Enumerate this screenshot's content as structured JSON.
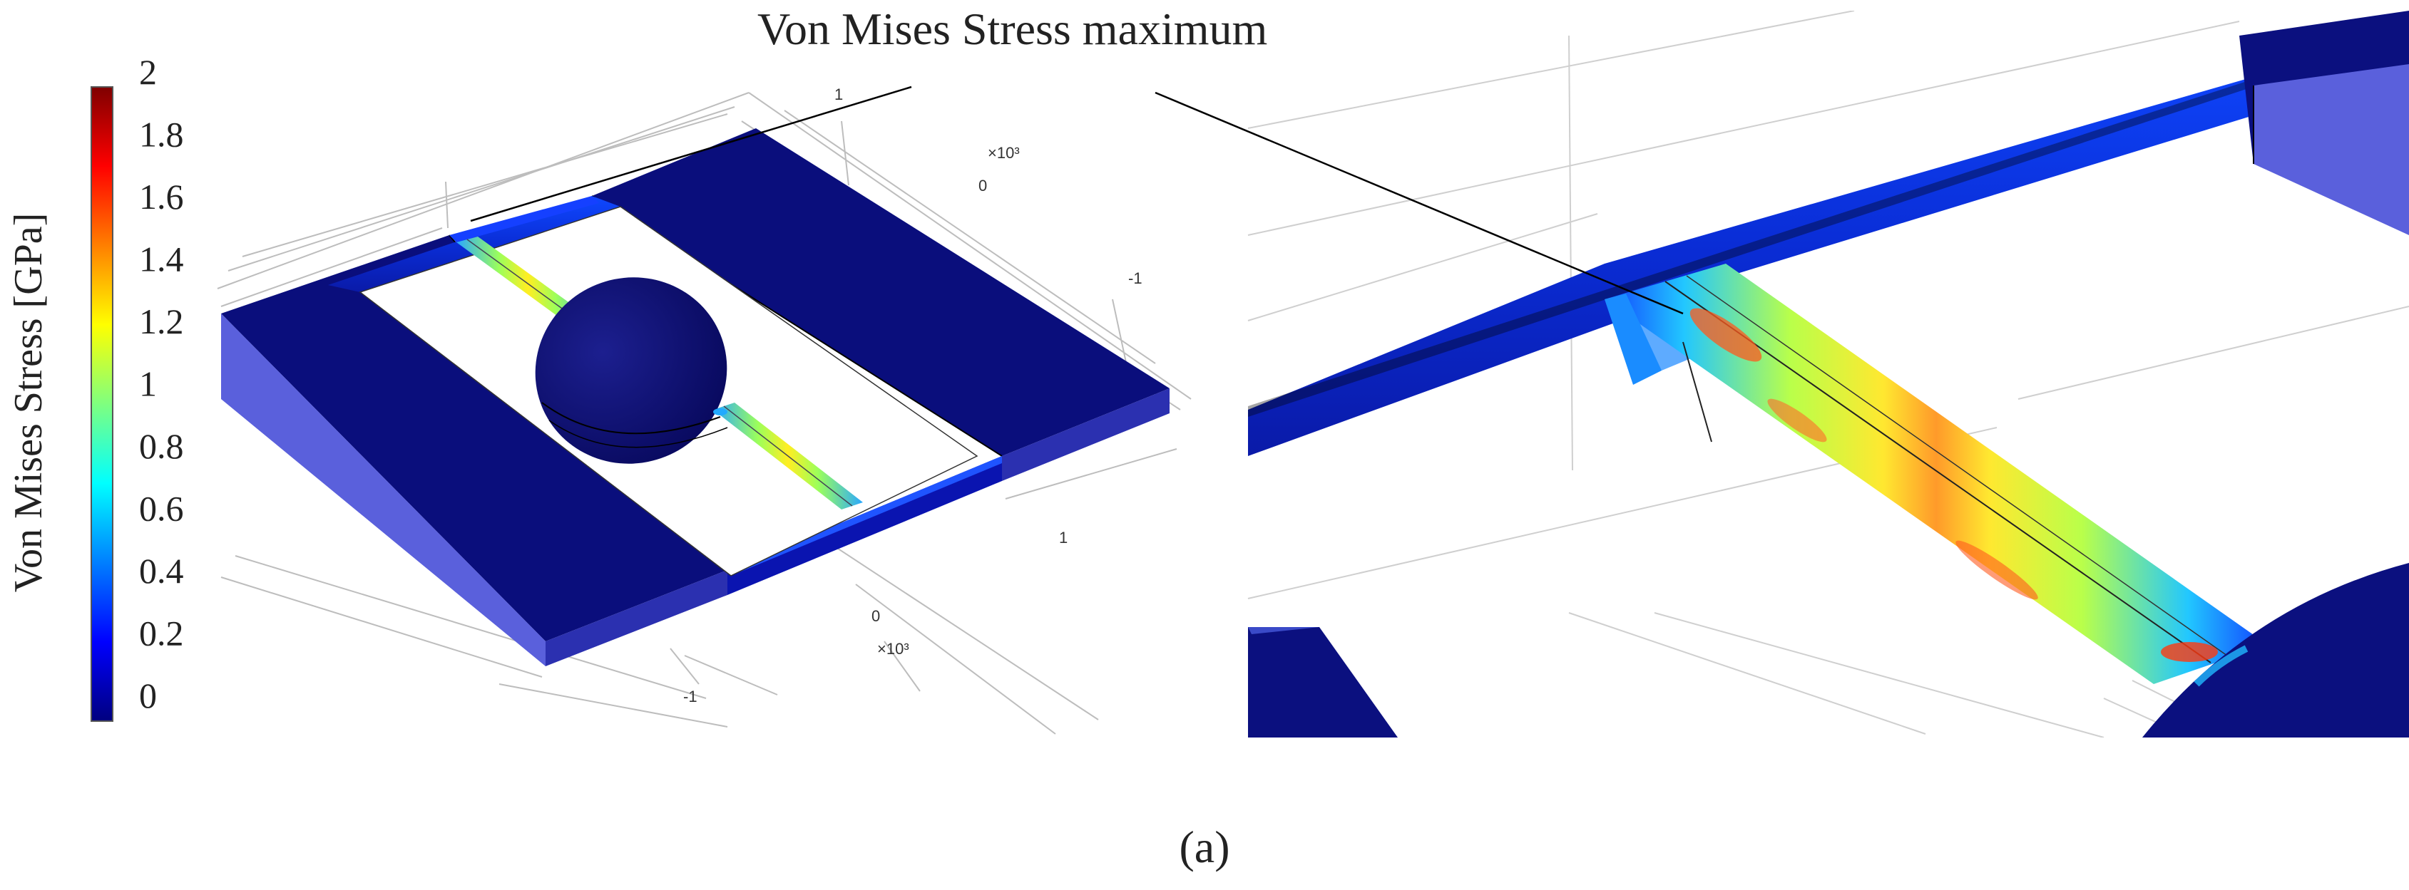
{
  "figure": {
    "annotation": "Von Mises Stress maximum",
    "caption": "(a)"
  },
  "colorbar": {
    "label": "Von Mises Stress [GPa]",
    "ticks": [
      "2",
      "1.8",
      "1.6",
      "1.4",
      "1.2",
      "1",
      "0.8",
      "0.6",
      "0.4",
      "0.2",
      "0"
    ],
    "range": [
      0,
      2
    ],
    "colors": [
      "#00007f",
      "#0000ff",
      "#007fff",
      "#00ffff",
      "#7fff7f",
      "#ffff00",
      "#ff7f00",
      "#ff0000",
      "#7f0000"
    ]
  },
  "axes": {
    "left_ticks": [
      {
        "label": "1"
      },
      {
        "label": "0"
      },
      {
        "label": "-1"
      },
      {
        "label": "1"
      },
      {
        "label": "0"
      },
      {
        "label": "-1"
      }
    ],
    "scale_labels": [
      "×10³",
      "×10³"
    ]
  }
}
